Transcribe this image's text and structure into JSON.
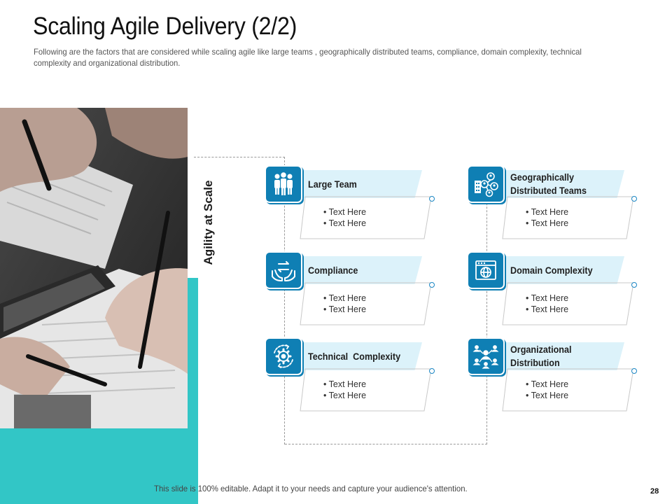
{
  "slide": {
    "title": "Scaling Agile Delivery (2/2)",
    "subtitle": "Following are the factors that are considered while scaling agile like large teams , geographically distributed teams, compliance, domain complexity, technical complexity and organizational distribution.",
    "side_label": "Agility at Scale",
    "footer": "This slide is 100% editable. Adapt it to your needs and capture your audience's attention.",
    "page_number": "28"
  },
  "theme": {
    "accent": "#0f7fb4",
    "band": "#dcf2fa",
    "teal": "#32c6c6"
  },
  "factors": [
    {
      "label": "Large Team",
      "icon": "team-icon",
      "bullets": [
        "• Text Here",
        "• Text Here"
      ]
    },
    {
      "label": "Geographically Distributed Teams",
      "icon": "distributed-teams-icon",
      "bullets": [
        "• Text Here",
        "• Text Here"
      ]
    },
    {
      "label": "Compliance",
      "icon": "compliance-icon",
      "bullets": [
        "• Text Here",
        "• Text Here"
      ]
    },
    {
      "label": "Domain Complexity",
      "icon": "domain-icon",
      "bullets": [
        "• Text Here",
        "• Text Here"
      ]
    },
    {
      "label": "Technical  Complexity",
      "icon": "gear-icon",
      "bullets": [
        "• Text Here",
        "• Text Here"
      ]
    },
    {
      "label": "Organizational Distribution",
      "icon": "organization-icon",
      "bullets": [
        "• Text Here",
        "• Text Here"
      ]
    }
  ]
}
